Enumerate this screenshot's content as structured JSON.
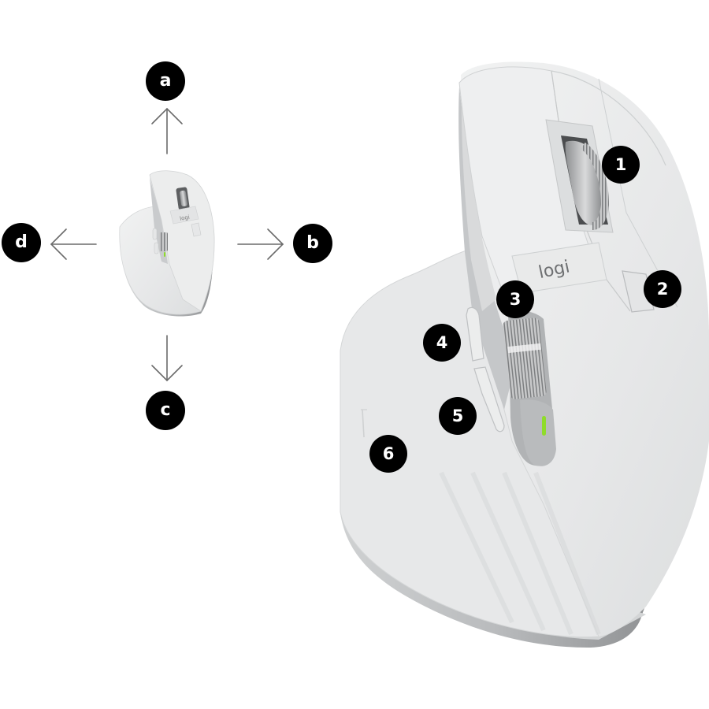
{
  "diagram": {
    "subject": "Ergonomic wireless mouse (pale grey) with labeled controls and movement directions",
    "brand_logo_text": "logi",
    "colors": {
      "background": "#ffffff",
      "badge_fill": "#000000",
      "badge_text": "#ffffff",
      "arrow": "#6b6b6b",
      "mouse_body": "#e9eaea",
      "mouse_shadow": "#c9cbcc",
      "metal": "#a9abad",
      "status_led": "#8fdc2a"
    },
    "direction_labels": [
      {
        "id": "a",
        "label": "a",
        "direction": "up"
      },
      {
        "id": "b",
        "label": "b",
        "direction": "right"
      },
      {
        "id": "c",
        "label": "c",
        "direction": "down"
      },
      {
        "id": "d",
        "label": "d",
        "direction": "left"
      }
    ],
    "callouts": [
      {
        "id": "1",
        "label": "1",
        "target": "main scroll wheel"
      },
      {
        "id": "2",
        "label": "2",
        "target": "button behind scroll wheel"
      },
      {
        "id": "3",
        "label": "3",
        "target": "thumb wheel"
      },
      {
        "id": "4",
        "label": "4",
        "target": "forward side button"
      },
      {
        "id": "5",
        "label": "5",
        "target": "back side button"
      },
      {
        "id": "6",
        "label": "6",
        "target": "thumb rest gesture button"
      }
    ]
  }
}
